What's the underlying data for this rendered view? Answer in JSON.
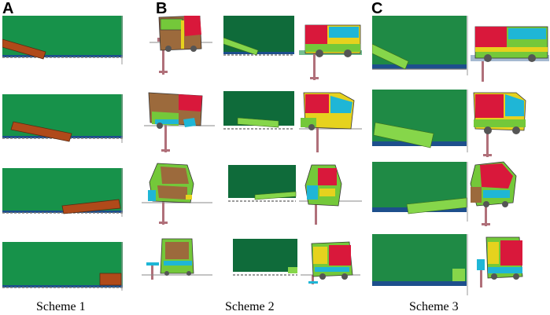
{
  "panel_labels": [
    "A",
    "B",
    "C"
  ],
  "captions": [
    "Scheme 1",
    "Scheme 2",
    "Scheme 3"
  ],
  "colors": {
    "wall_light": "#17924a",
    "wall_dark": "#0f6b3a",
    "wall_mid": "#1f8a45",
    "ground_blue": "#1d4f8c",
    "ground_line": "#7a7a7a",
    "slab_brown": "#b04a1a",
    "slab_green": "#86d64a",
    "bus_red": "#d9183b",
    "bus_yellow": "#e6d21e",
    "bus_cyan": "#1fb6d6",
    "bus_brown": "#9c6a3c",
    "bus_green": "#74c83a",
    "post": "#b0707a"
  }
}
